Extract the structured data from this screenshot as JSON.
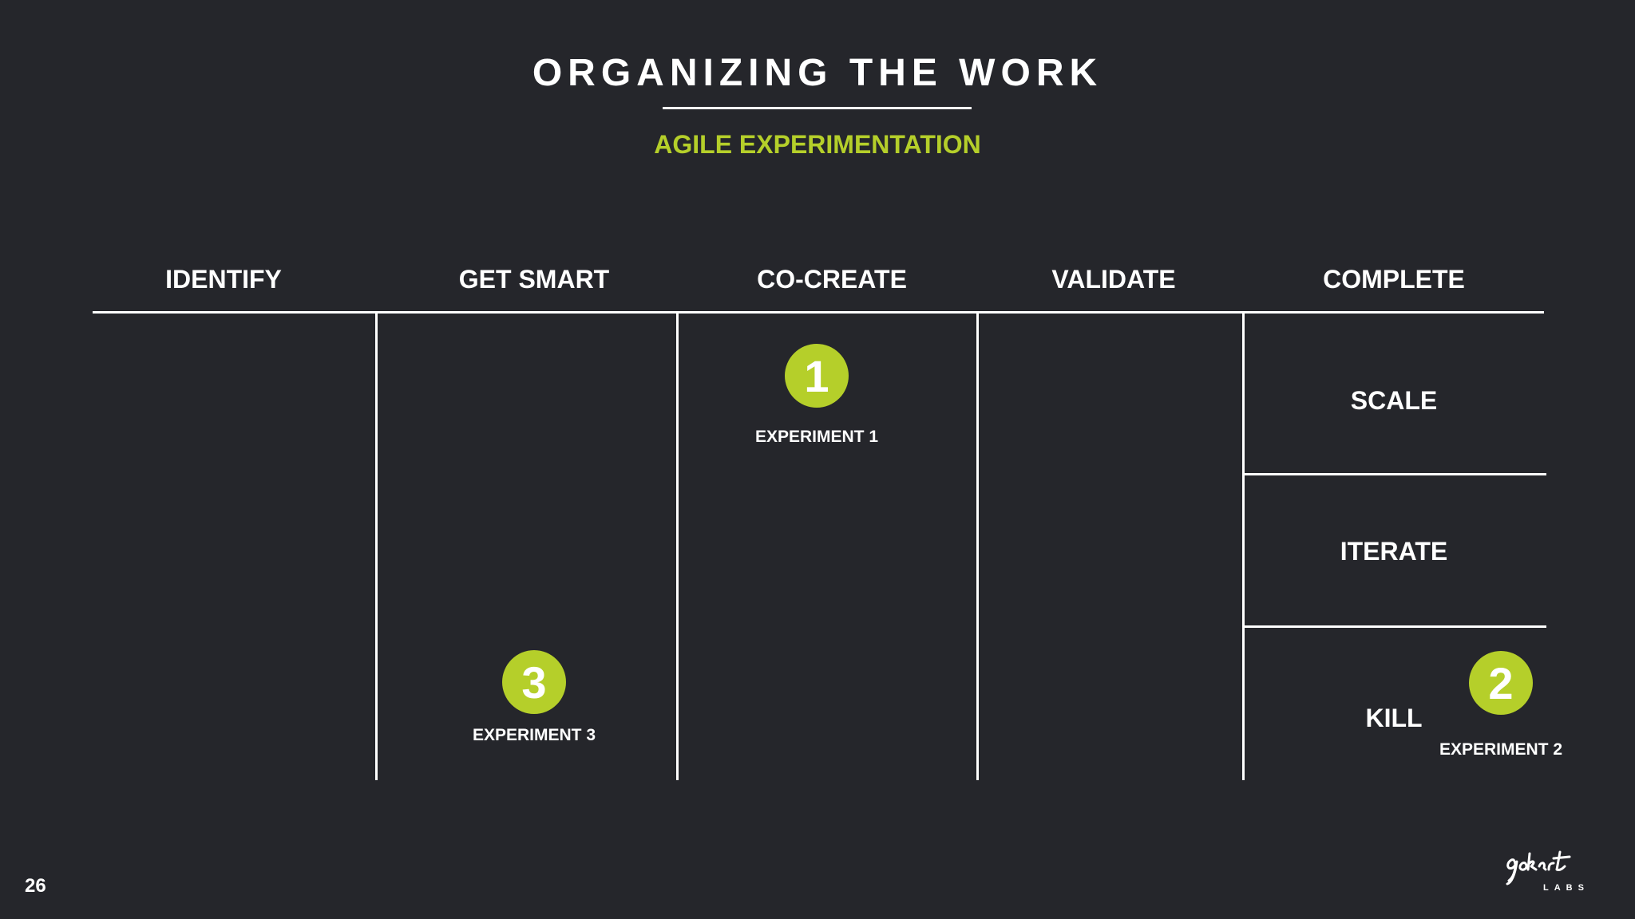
{
  "slide": {
    "title": "ORGANIZING THE WORK",
    "subtitle": "AGILE EXPERIMENTATION",
    "page_number": "26",
    "accent_color": "#b5cf2a",
    "background_color": "#25262b"
  },
  "columns": [
    {
      "label": "IDENTIFY"
    },
    {
      "label": "GET SMART"
    },
    {
      "label": "CO-CREATE"
    },
    {
      "label": "VALIDATE"
    },
    {
      "label": "COMPLETE"
    }
  ],
  "complete_lanes": [
    {
      "label": "SCALE"
    },
    {
      "label": "ITERATE"
    },
    {
      "label": "KILL"
    }
  ],
  "experiments": [
    {
      "number": "1",
      "label": "EXPERIMENT 1",
      "column": "CO-CREATE"
    },
    {
      "number": "3",
      "label": "EXPERIMENT 3",
      "column": "GET SMART"
    },
    {
      "number": "2",
      "label": "EXPERIMENT 2",
      "column": "COMPLETE",
      "lane": "KILL"
    }
  ],
  "logo": {
    "wordmark": "gokart",
    "sub": "LABS"
  }
}
